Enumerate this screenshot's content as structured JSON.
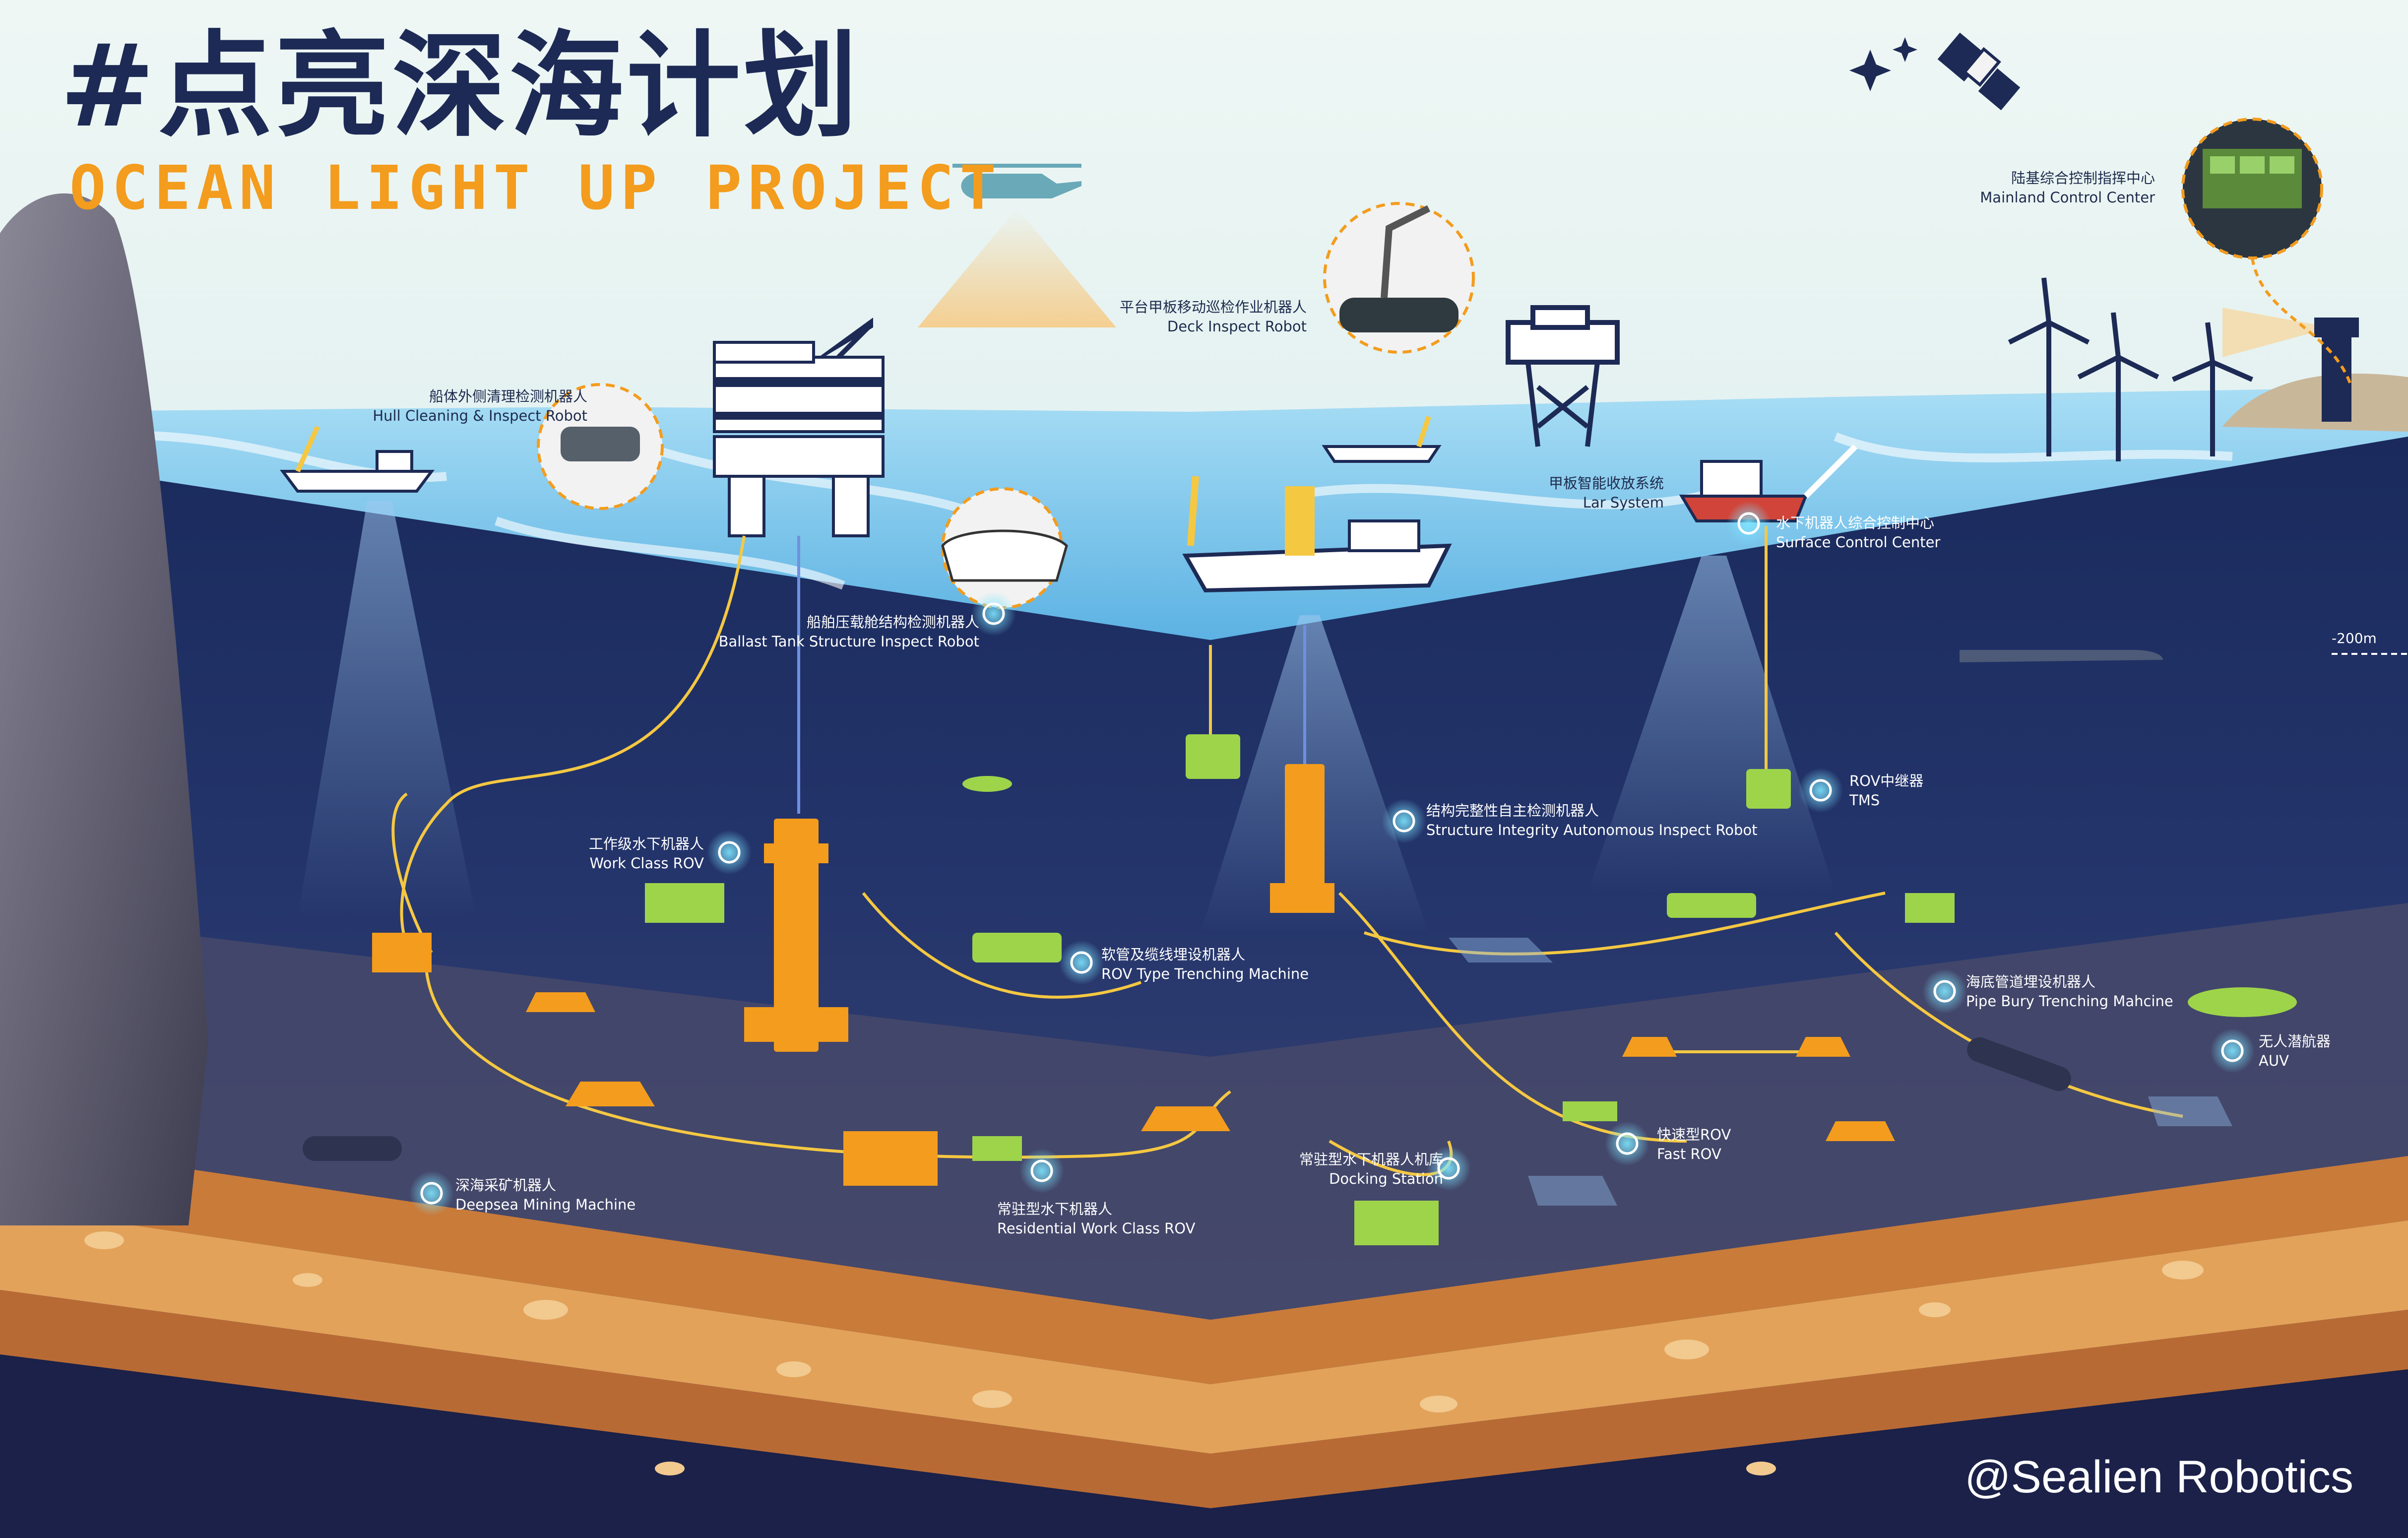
{
  "title": {
    "cn": "#点亮深海计划",
    "en": "OCEAN LIGHT UP PROJECT"
  },
  "watermark": "@Sealien Robotics",
  "depth_marker": "-200m",
  "colors": {
    "sky": "#e9f4f3",
    "sea_surface": "#8fd0ef",
    "deep_sea": "#1c2b5e",
    "seabed": "#4a4e6e",
    "accent": "#f39c1d",
    "cable": "#f5c842",
    "equipment_green": "#9ed44a",
    "title_navy": "#1d2a55"
  },
  "labels": {
    "hull_cleaning": {
      "cn": "船体外侧清理检测机器人",
      "en": "Hull Cleaning & Inspect Robot"
    },
    "deck_inspect": {
      "cn": "平台甲板移动巡检作业机器人",
      "en": "Deck Inspect Robot"
    },
    "mainland_control": {
      "cn": "陆基综合控制指挥中心",
      "en": "Mainland Control Center"
    },
    "lar_system": {
      "cn": "甲板智能收放系统",
      "en": "Lar System"
    },
    "surface_control": {
      "cn": "水下机器人综合控制中心",
      "en": "Surface Control Center"
    },
    "ballast_tank": {
      "cn": "船舶压载舱结构检测机器人",
      "en": "Ballast Tank Structure Inspect Robot"
    },
    "tms": {
      "cn": "ROV中继器",
      "en": "TMS"
    },
    "structure_integrity": {
      "cn": "结构完整性自主检测机器人",
      "en": "Structure Integrity Autonomous Inspect Robot"
    },
    "work_class_rov": {
      "cn": "工作级水下机器人",
      "en": "Work Class ROV"
    },
    "trenching_machine": {
      "cn": "软管及缆线埋设机器人",
      "en": "ROV Type Trenching Machine"
    },
    "pipe_bury": {
      "cn": "海底管道埋设机器人",
      "en": "Pipe Bury Trenching Mahcine"
    },
    "auv": {
      "cn": "无人潜航器",
      "en": "AUV"
    },
    "fast_rov": {
      "cn": "快速型ROV",
      "en": "Fast ROV"
    },
    "docking_station": {
      "cn": "常驻型水下机器人机库",
      "en": "Docking Station"
    },
    "residential_rov": {
      "cn": "常驻型水下机器人",
      "en": "Residential Work Class ROV"
    },
    "mining_machine": {
      "cn": "深海采矿机器人",
      "en": "Deepsea Mining Machine"
    }
  }
}
